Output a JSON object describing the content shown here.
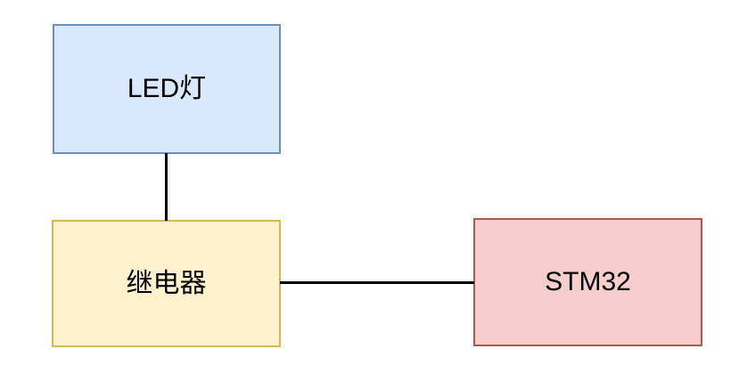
{
  "diagram": {
    "background": "#ffffff",
    "text_color": "#000000",
    "edge_color": "#000000",
    "nodes": [
      {
        "id": "led-light",
        "label": "LED灯",
        "fill": "#dae8fc",
        "stroke": "#6c8ebf"
      },
      {
        "id": "relay",
        "label": "继电器",
        "fill": "#fff2cc",
        "stroke": "#d6b656"
      },
      {
        "id": "stm32",
        "label": "STM32",
        "fill": "#f8cecc",
        "stroke": "#b85450"
      }
    ],
    "edges": [
      {
        "from": "LED灯",
        "to": "继电器",
        "direction": "vertical",
        "style": "solid"
      },
      {
        "from": "继电器",
        "to": "STM32",
        "direction": "horizontal",
        "style": "solid"
      }
    ]
  }
}
